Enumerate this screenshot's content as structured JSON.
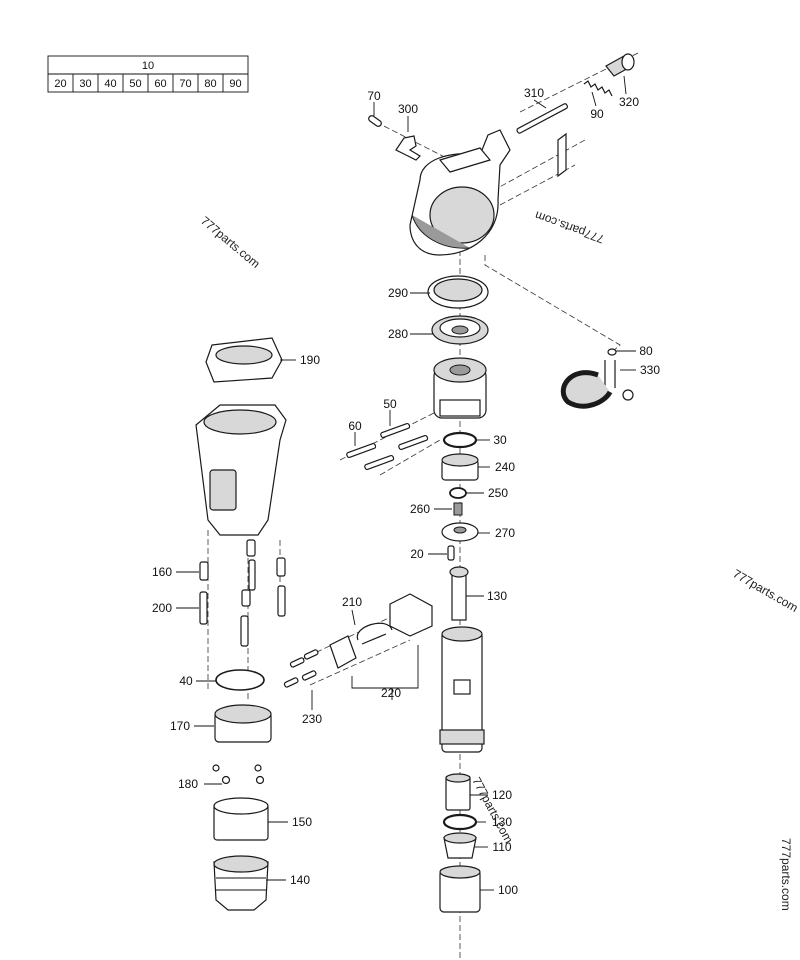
{
  "table": {
    "header": "10",
    "cells": [
      "20",
      "30",
      "40",
      "50",
      "60",
      "70",
      "80",
      "90"
    ]
  },
  "callouts": [
    "70",
    "300",
    "310",
    "90",
    "320",
    "290",
    "280",
    "190",
    "80",
    "330",
    "50",
    "60",
    "30",
    "240",
    "250",
    "260",
    "270",
    "20",
    "160",
    "130",
    "200",
    "210",
    "40",
    "220",
    "230",
    "170",
    "120",
    "180",
    "130",
    "150",
    "110",
    "140",
    "100"
  ],
  "watermarks": [
    "777parts.com",
    "777parts.com",
    "777parts.com",
    "777parts.com",
    "777parts.com"
  ]
}
